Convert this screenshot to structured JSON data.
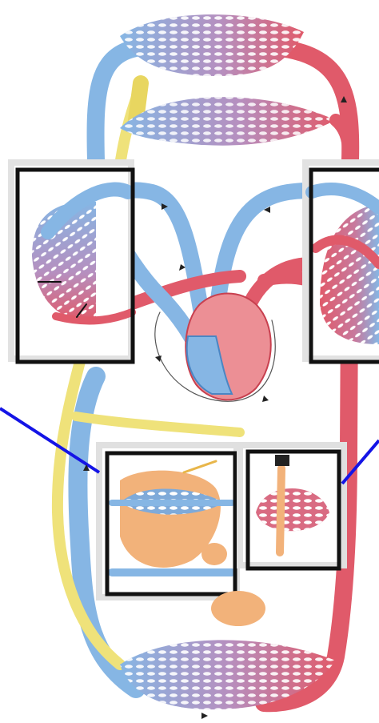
{
  "colors": {
    "artery": "#e05a6a",
    "artery_dark": "#c8404f",
    "vein": "#86b6e4",
    "vein_dark": "#4a86c4",
    "lymph": "#efe27a",
    "organ": "#f2b27a",
    "heart": "#ec8f95",
    "capillary_hole": "#ffffff",
    "frame": "#111111",
    "pointer_line": "#1414e6",
    "flow_arrow": "#222222",
    "background": "#ffffff"
  },
  "icons": {
    "flow": "arrow-icon",
    "capillary_bed": "capillary-network-icon",
    "organ": "organ-blob-icon"
  },
  "diagram": {
    "insets": [
      {
        "id": "left-lung-inset"
      },
      {
        "id": "right-lung-inset"
      },
      {
        "id": "liver-inset"
      },
      {
        "id": "kidney-inset"
      }
    ],
    "pointer_lines": [
      {
        "id": "pointer-line-left"
      },
      {
        "id": "pointer-line-right"
      }
    ]
  }
}
